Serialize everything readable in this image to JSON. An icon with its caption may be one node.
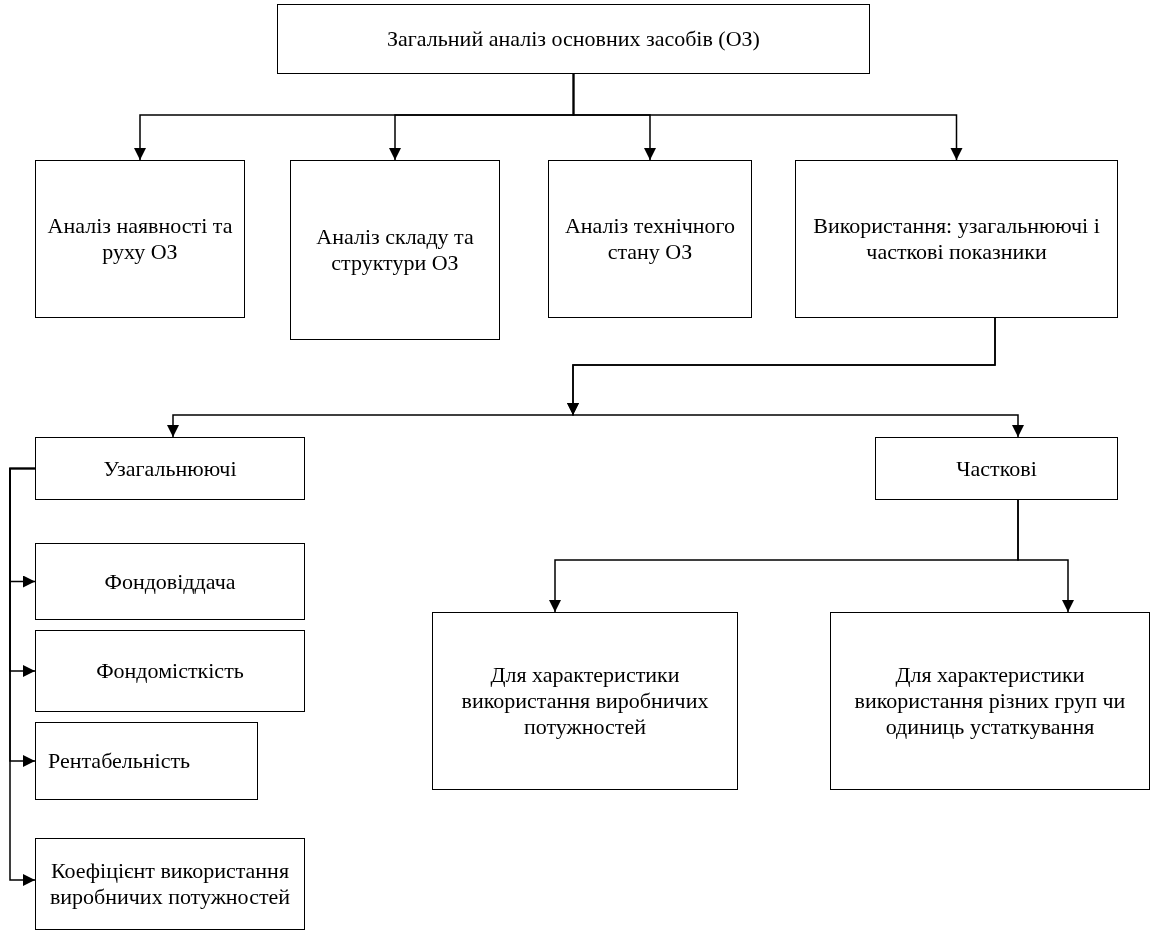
{
  "diagram": {
    "nodes": [
      {
        "text": [
          "Загальний аналіз основних засобів (ОЗ)"
        ]
      },
      {
        "text": [
          "Аналіз наявності та руху ОЗ"
        ]
      },
      {
        "text": [
          "Аналіз складу та структури ОЗ"
        ]
      },
      {
        "text": [
          "Аналіз технічного стану ОЗ"
        ]
      },
      {
        "text": [
          "Використання: узагальнюючі і часткові показники"
        ]
      },
      {
        "text": [
          "Узагальнюючі"
        ]
      },
      {
        "text": [
          "Часткові"
        ]
      },
      {
        "text": [
          "Фондовіддача"
        ]
      },
      {
        "text": [
          "Для характеристики використання виробничих потужностей"
        ]
      },
      {
        "text": [
          "Для характеристики використання різних груп чи одиниць устаткування"
        ]
      },
      {
        "text": [
          "Фондомісткість"
        ]
      },
      {
        "text": [
          "Рентабельність"
        ]
      },
      {
        "text": [
          "Коефіцієнт використання виробничих потужностей"
        ]
      }
    ],
    "edges": [
      {
        "from": 0,
        "to": 1,
        "arrow": "to"
      },
      {
        "from": 0,
        "to": 2,
        "arrow": "to"
      },
      {
        "from": 0,
        "to": 3,
        "arrow": "to"
      },
      {
        "from": 0,
        "to": 4,
        "arrow": "to"
      },
      {
        "from": 4,
        "to": 5,
        "arrow": "to"
      },
      {
        "from": 4,
        "to": 6,
        "arrow": "to"
      },
      {
        "from": 6,
        "to": 8,
        "arrow": "to"
      },
      {
        "from": 6,
        "to": 9,
        "arrow": "to"
      },
      {
        "from": 5,
        "to": 7,
        "arrow": "to"
      },
      {
        "from": 5,
        "to": 10,
        "arrow": "to"
      },
      {
        "from": 5,
        "to": 11,
        "arrow": "to"
      },
      {
        "from": 5,
        "to": 12,
        "arrow": "to"
      }
    ]
  }
}
